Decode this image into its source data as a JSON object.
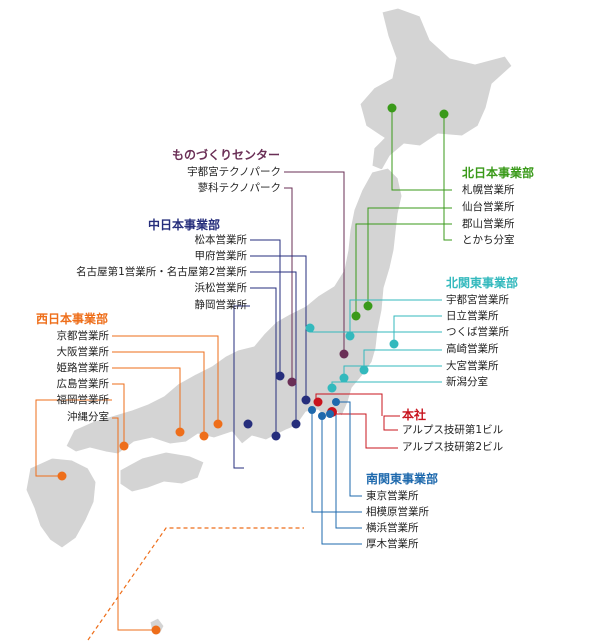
{
  "colors": {
    "land": "#d4d4d4",
    "coast": "#ffffff",
    "north": "#3a9a1a",
    "northeast": "#33b9bd",
    "mono": "#6a2f56",
    "central": "#262e7c",
    "west": "#ee6e1a",
    "hq": "#c8141e",
    "south": "#1e69ad",
    "text": "#222222"
  },
  "groups": {
    "mono": {
      "title": "ものづくりセンター",
      "items": [
        "宇都宮テクノパーク",
        "蓼科テクノパーク"
      ]
    },
    "north": {
      "title": "北日本事業部",
      "items": [
        "札幌営業所",
        "仙台営業所",
        "郡山営業所",
        "とかち分室"
      ]
    },
    "central": {
      "title": "中日本事業部",
      "items": [
        "松本営業所",
        "甲府営業所",
        "名古屋第1営業所・名古屋第2営業所",
        "浜松営業所",
        "静岡営業所"
      ]
    },
    "northeast": {
      "title": "北関東事業部",
      "items": [
        "宇都宮営業所",
        "日立営業所",
        "つくば営業所",
        "高崎営業所",
        "大宮営業所",
        "新潟分室"
      ]
    },
    "west": {
      "title": "西日本事業部",
      "items": [
        "京都営業所",
        "大阪営業所",
        "姫路営業所",
        "広島営業所",
        "福岡営業所",
        "沖縄分室"
      ]
    },
    "hq": {
      "title": "本社",
      "items": [
        "アルプス技研第1ビル",
        "アルプス技研第2ビル"
      ]
    },
    "south": {
      "title": "南関東事業部",
      "items": [
        "東京営業所",
        "相模原営業所",
        "横浜営業所",
        "厚木営業所"
      ]
    }
  }
}
